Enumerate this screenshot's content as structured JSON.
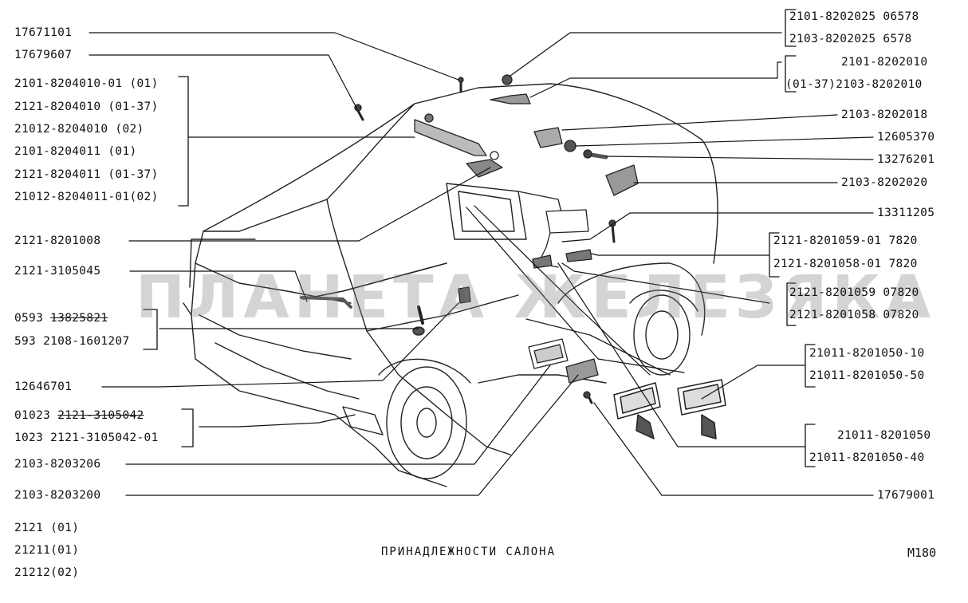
{
  "title": "ПРИНАДЛЕЖНОСТИ САЛОНА",
  "diagram_code": "M180",
  "watermark": "ПЛАНЕТА ЖЕЛЕЗЯКА",
  "models": [
    "2121 (01)",
    "21211(01)",
    "21212(02)"
  ],
  "left_labels": {
    "l1": "17671101",
    "l2": "17679607",
    "sun_visor": [
      "2101-8204010-01 (01)",
      "2121-8204010 (01-37)",
      "21012-8204010 (02)",
      "2101-8204011 (01)",
      "2121-8204011 (01-37)",
      "21012-8204011-01(02)"
    ],
    "l9": "2121-8201008",
    "l10": "2121-3105045",
    "l11a_prefix": "0593",
    "l11a_struck": "13825821",
    "l11b": "593 2108-1601207",
    "l12": "12646701",
    "l13a_prefix": "01023",
    "l13a_struck": "2121-3105042",
    "l13b": "1023 2121-3105042-01",
    "l14": "2103-8203206",
    "l15": "2103-8203200"
  },
  "right_labels": {
    "r1a": "2101-8202025 06578",
    "r1b": "2103-8202025   6578",
    "r2a": "2101-8202010",
    "r2b": "(01-37)2103-8202010",
    "r3": "2103-8202018",
    "r4": "12605370",
    "r5": "13276201",
    "r6": "2103-8202020",
    "r7": "13311205",
    "r8a": "2121-8201059-01 7820",
    "r8b": "2121-8201058-01 7820",
    "r9a": "2121-8201059 07820",
    "r9b": "2121-8201058 07820",
    "r10a": "21011-8201050-10",
    "r10b": "21011-8201050-50",
    "r11a": "21011-8201050",
    "r11b": "21011-8201050-40",
    "r12": "17679001"
  }
}
